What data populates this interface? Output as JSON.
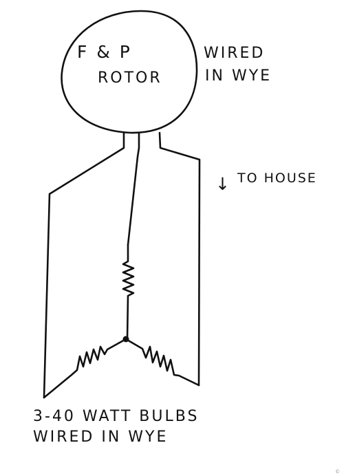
{
  "rotor": {
    "title_line1": "F & P",
    "title_line2": "ROTOR"
  },
  "wiring_note": {
    "line1": "WIRED",
    "line2": "IN WYE"
  },
  "direction_note": {
    "arrow": "↓",
    "text": "TO HOUSE"
  },
  "load_note": {
    "line1": "3-40 WATT BULBS",
    "line2": "WIRED IN WYE"
  },
  "corner_mark": "©",
  "colors": {
    "ink": "#111111",
    "paper": "#ffffff"
  }
}
